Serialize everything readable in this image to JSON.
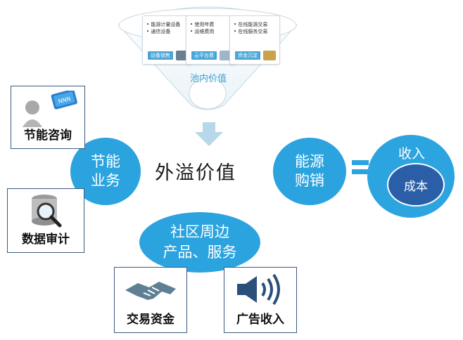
{
  "funnel": {
    "cards": [
      {
        "lines": [
          "• 能源计量设备",
          "• 通信设备"
        ],
        "tag": "设备销售"
      },
      {
        "lines": [
          "• 使用年费",
          "• 运维费用"
        ],
        "tag": "云平台费"
      },
      {
        "lines": [
          "• 在线能源交易",
          "• 在线服务交易"
        ],
        "tag": "资金沉淀"
      }
    ],
    "pool_label": "池内价值"
  },
  "center_label": "外溢价值",
  "energy_business": [
    "节能",
    "业务"
  ],
  "energy_sales": [
    "能源",
    "购销"
  ],
  "income": {
    "outer": "收入",
    "inner": "成本"
  },
  "community": [
    "社区周边",
    "产品、服务"
  ],
  "boxes": {
    "consulting": "节能咨询",
    "audit": "数据审计",
    "trade_funds": "交易资金",
    "ad_income": "广告收入"
  },
  "colors": {
    "blue": "#2aa3df",
    "dark_blue": "#2a5fa8",
    "pale_arrow": "#b9d7ea"
  }
}
